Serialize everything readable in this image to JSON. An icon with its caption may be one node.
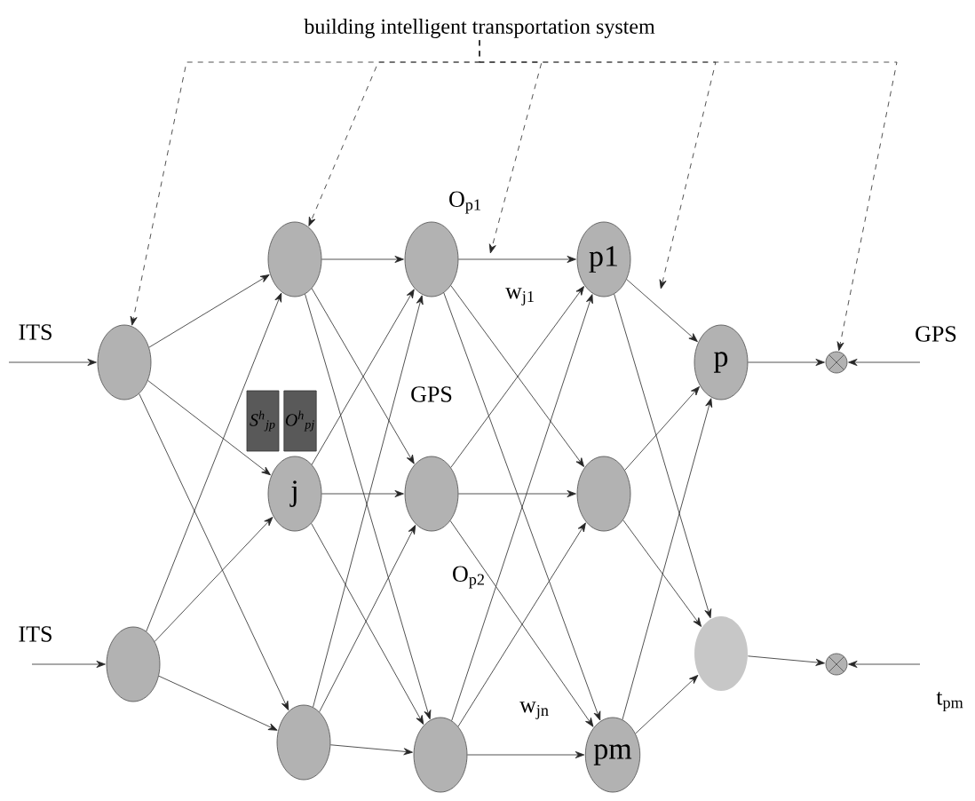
{
  "diagram": {
    "nodes": [
      {
        "text": [
          "building intelligent transportation system"
        ]
      },
      {
        "text": [],
        "shape": "circle"
      },
      {
        "text": [],
        "shape": "circle"
      },
      {
        "text": [],
        "shape": "circle"
      },
      {
        "text": [
          "S$^{h}$$_{jp}$"
        ]
      },
      {
        "text": [
          "j"
        ]
      },
      {
        "text": [],
        "shape": "circle"
      },
      {
        "text": [
          "O$^{h}$$_{pj}$"
        ]
      },
      {
        "text": [],
        "shape": "circle"
      },
      {
        "text": [],
        "shape": "circle"
      },
      {
        "text": [],
        "shape": "circle"
      },
      {
        "text": [
          "p1"
        ]
      },
      {
        "text": [],
        "shape": "circle"
      },
      {
        "text": [
          "pm"
        ]
      },
      {
        "text": [
          "p"
        ]
      },
      {
        "text": [],
        "shape": "circle"
      },
      {
        "text": [],
        "shape": "circle"
      },
      {
        "text": [],
        "shape": "circle"
      }
    ],
    "edges": [
      {
        "from": null,
        "to": 1,
        "arrow": "to"
      },
      {
        "from": null,
        "to": 2,
        "arrow": "to"
      },
      {
        "from": 1,
        "to": 3,
        "arrow": "to"
      },
      {
        "from": 1,
        "to": 5,
        "arrow": "to"
      },
      {
        "from": 1,
        "to": 6,
        "arrow": "to"
      },
      {
        "from": 2,
        "to": 3,
        "arrow": "to"
      },
      {
        "from": 2,
        "to": 5,
        "arrow": "to"
      },
      {
        "from": 2,
        "to": 6,
        "arrow": "to"
      },
      {
        "from": 3,
        "to": 8,
        "arrow": "to"
      },
      {
        "from": 3,
        "to": 9,
        "arrow": "to"
      },
      {
        "from": 3,
        "to": 10,
        "arrow": "to"
      },
      {
        "from": 5,
        "to": 8,
        "arrow": "to"
      },
      {
        "from": 5,
        "to": 9,
        "arrow": "to"
      },
      {
        "from": 5,
        "to": 10,
        "arrow": "to"
      },
      {
        "from": 6,
        "to": 8,
        "arrow": "to"
      },
      {
        "from": 6,
        "to": 9,
        "arrow": "to"
      },
      {
        "from": 6,
        "to": 10,
        "arrow": "to"
      },
      {
        "from": 8,
        "to": 11,
        "arrow": "to"
      },
      {
        "from": 8,
        "to": 12,
        "arrow": "to"
      },
      {
        "from": 8,
        "to": 13,
        "arrow": "to"
      },
      {
        "from": 9,
        "to": 11,
        "arrow": "to"
      },
      {
        "from": 9,
        "to": 12,
        "arrow": "to"
      },
      {
        "from": 9,
        "to": 13,
        "arrow": "to"
      },
      {
        "from": 10,
        "to": 11,
        "arrow": "to"
      },
      {
        "from": 10,
        "to": 12,
        "arrow": "to"
      },
      {
        "from": 10,
        "to": 13,
        "arrow": "to"
      },
      {
        "from": 11,
        "to": 14,
        "arrow": "to"
      },
      {
        "from": 11,
        "to": 15,
        "arrow": "to"
      },
      {
        "from": 12,
        "to": 14,
        "arrow": "to"
      },
      {
        "from": 12,
        "to": 15,
        "arrow": "to"
      },
      {
        "from": 13,
        "to": 14,
        "arrow": "to"
      },
      {
        "from": 13,
        "to": 15,
        "arrow": "to"
      },
      {
        "from": 14,
        "to": 16,
        "arrow": "to"
      },
      {
        "from": 15,
        "to": 17,
        "arrow": "to"
      },
      {
        "from": null,
        "to": 16,
        "arrow": "to"
      },
      {
        "from": null,
        "to": 17,
        "arrow": "to"
      },
      {
        "from": 0,
        "to": 1,
        "arrow": "to",
        "style": "dashed"
      },
      {
        "from": 0,
        "to": 3,
        "arrow": "to",
        "style": "dashed"
      },
      {
        "from": 0,
        "to": null,
        "arrow": "to",
        "style": "dashed"
      },
      {
        "from": 0,
        "to": null,
        "arrow": "to",
        "style": "dashed"
      },
      {
        "from": 0,
        "to": 16,
        "arrow": "to",
        "style": "dashed"
      }
    ],
    "labels": [
      "O$_{p1}$",
      "w$_{j1}$",
      "ITS",
      "GPS",
      "GPS",
      "O$_{p2}$",
      "ITS",
      "t$_{pm}$",
      "w$_{jn}$"
    ]
  }
}
